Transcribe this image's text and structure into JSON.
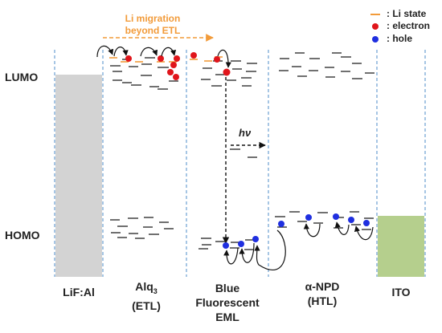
{
  "labels": {
    "lumo": "LUMO",
    "homo": "HOMO",
    "migration_line1": "Li migration",
    "migration_line2": "beyond ETL",
    "hv": "hν"
  },
  "legend": {
    "li_state": ": Li state",
    "electron": ": electron",
    "hole": ": hole"
  },
  "layers": {
    "lif": "LiF:Al",
    "alq3_main": "Alq",
    "alq3_sub": "3",
    "alq3_role": "(ETL)",
    "eml_line1": "Blue",
    "eml_line2": "Fluorescent",
    "eml_line3": "EML",
    "npd_line1": "α-NPD",
    "npd_line2": "(HTL)",
    "ito": "ITO"
  },
  "colors": {
    "li_state": "#f29b3a",
    "electron": "#e0151b",
    "hole": "#1f2fe0",
    "metal_bar": "#d3d3d3",
    "ito_bar": "#b5cf8d",
    "divider": "#6c9fd1"
  }
}
